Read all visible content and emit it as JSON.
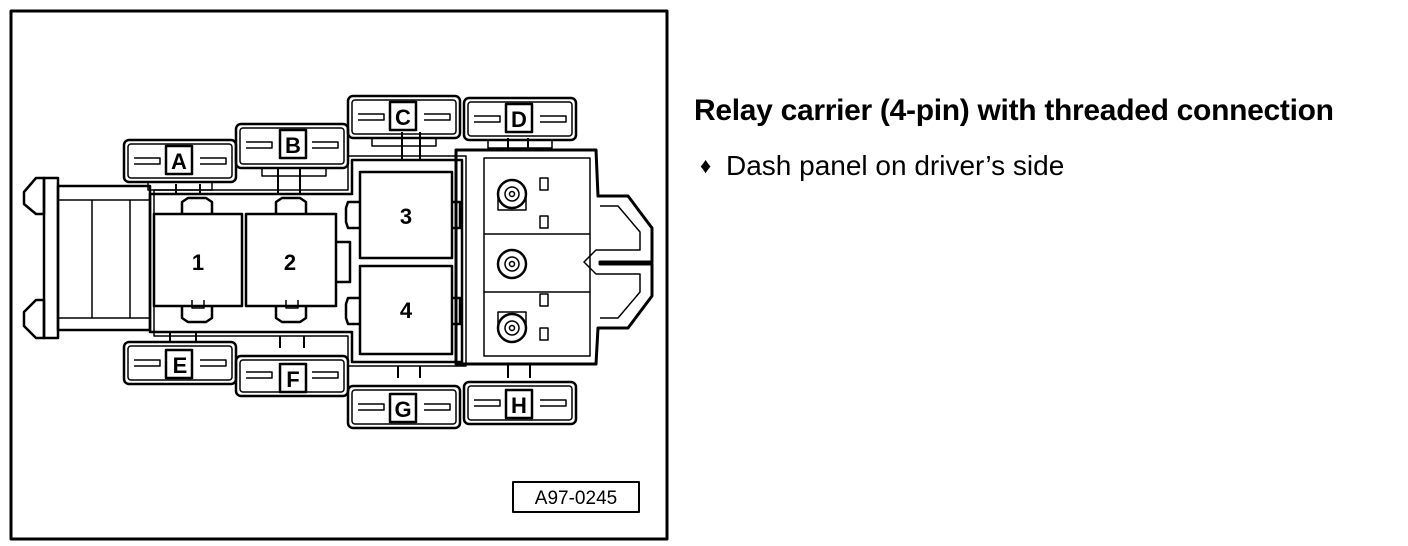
{
  "figure_id": "A97-0245",
  "heading": "Relay carrier (4-pin) with threaded connection",
  "bullets": [
    {
      "marker": "♦",
      "text": "Dash panel on driver’s side"
    }
  ],
  "relays": {
    "r1": "1",
    "r2": "2",
    "r3": "3",
    "r4": "4"
  },
  "fuse_holders": {
    "a": "A",
    "b": "B",
    "c": "C",
    "d": "D",
    "e": "E",
    "f": "F",
    "g": "G",
    "h": "H"
  },
  "icons": {
    "bullet": "diamond-bullet-icon",
    "stud": "threaded-stud-icon"
  }
}
